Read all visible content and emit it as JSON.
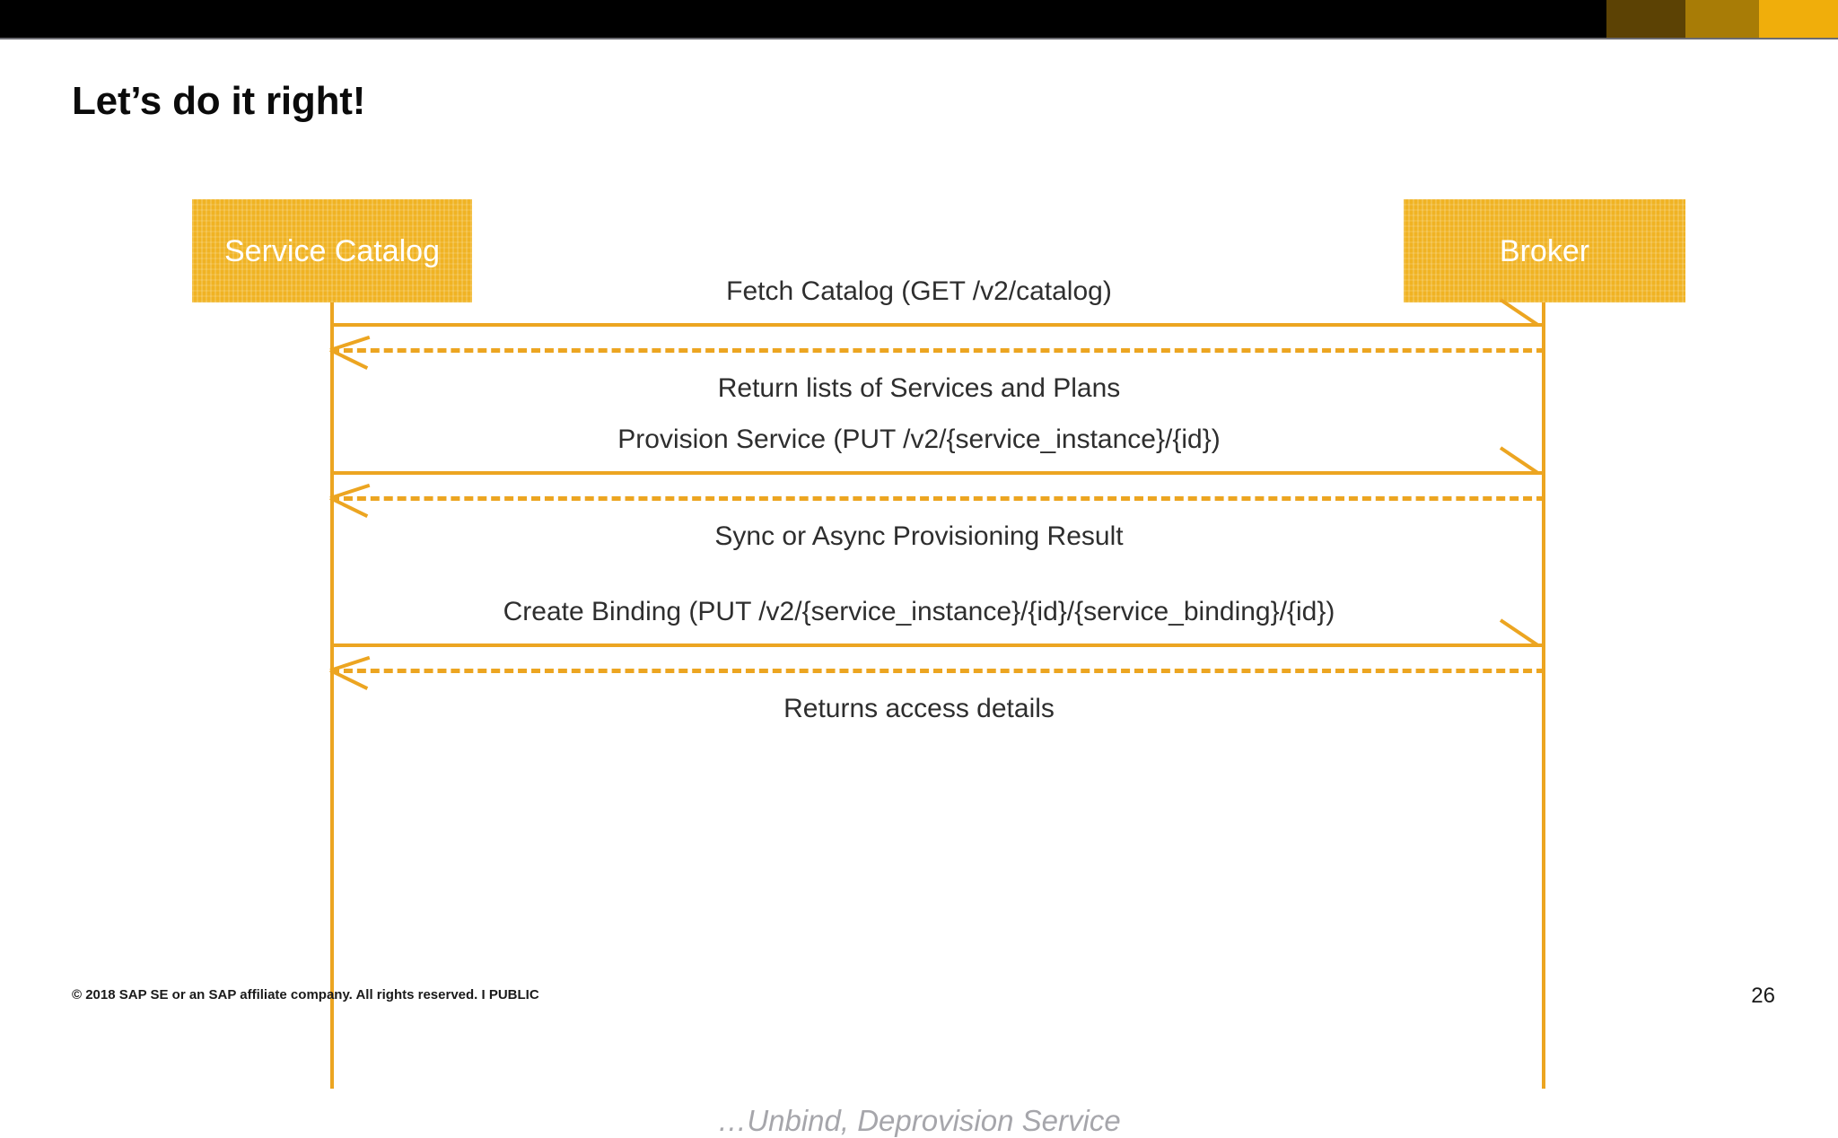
{
  "slide": {
    "title": "Let’s do it right!",
    "page_number": "26",
    "copyright": "© 2018 SAP SE or an SAP affiliate company. All rights reserved.  I   PUBLIC",
    "footer_note": "…Unbind, Deprovision Service"
  },
  "top_bar": {
    "segments": [
      {
        "name": "black",
        "color": "#000000"
      },
      {
        "name": "olive",
        "color": "#5c4204"
      },
      {
        "name": "gold",
        "color": "#a87c06"
      },
      {
        "name": "amber",
        "color": "#f0ae0b"
      }
    ],
    "rule_color": "#6b6b72"
  },
  "diagram": {
    "type": "sequence-diagram",
    "accent_color": "#eca521",
    "actor_box_color": "#f0b323",
    "actor_label_color": "#ffffff",
    "message_text_color": "#2e2e2e",
    "actors": [
      {
        "id": "service-catalog",
        "label": "Service Catalog"
      },
      {
        "id": "broker",
        "label": "Broker"
      }
    ],
    "exchanges": [
      {
        "request": "Fetch Catalog (GET /v2/catalog)",
        "response": "Return lists of Services and Plans",
        "request_style": "solid",
        "response_style": "dashed",
        "direction": "left-to-right"
      },
      {
        "request": "Provision Service (PUT /v2/{service_instance}/{id})",
        "response": "Sync or Async Provisioning Result",
        "request_style": "solid",
        "response_style": "dashed",
        "direction": "left-to-right"
      },
      {
        "request": "Create Binding (PUT /v2/{service_instance}/{id}/{service_binding}/{id})",
        "response": "Returns access details",
        "request_style": "solid",
        "response_style": "dashed",
        "direction": "left-to-right"
      }
    ]
  }
}
